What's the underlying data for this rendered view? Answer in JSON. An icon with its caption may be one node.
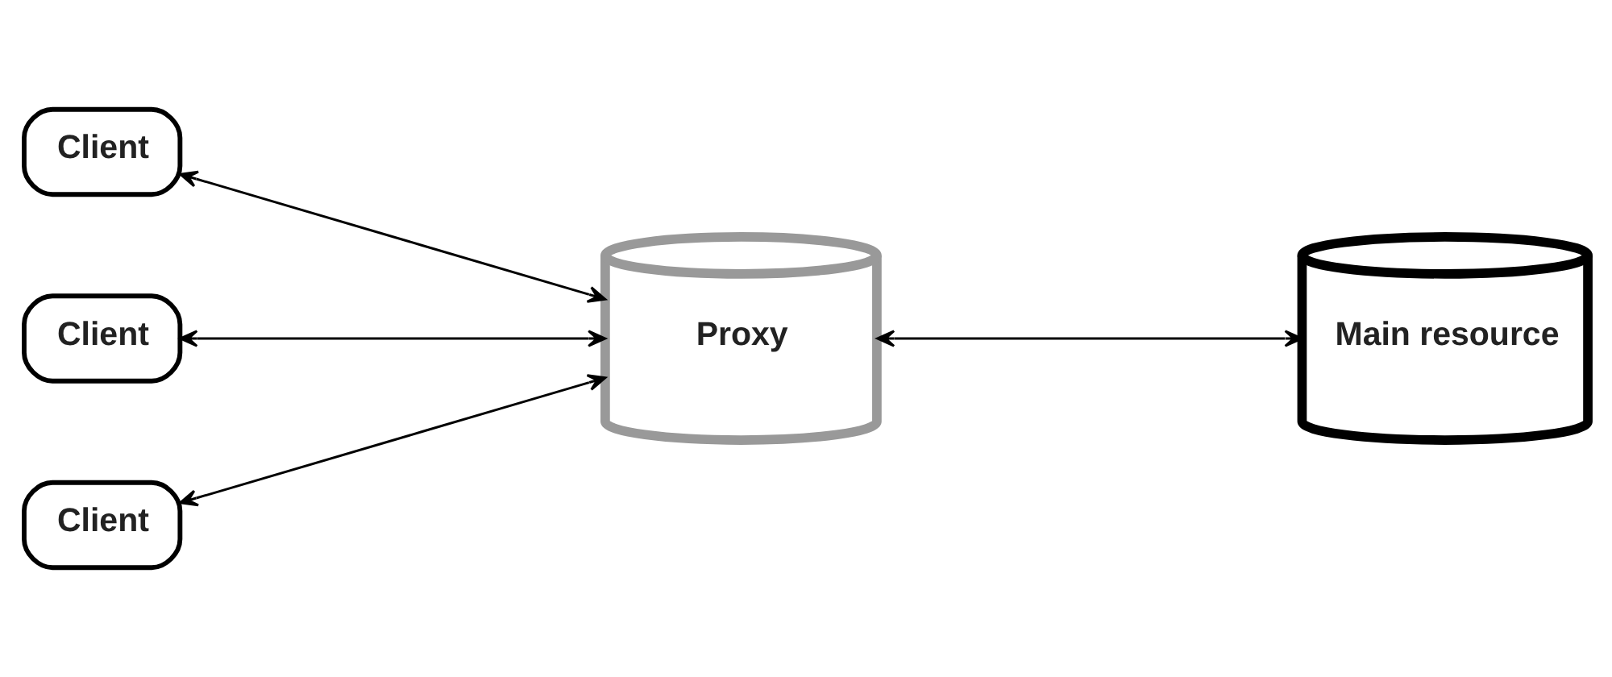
{
  "diagram": {
    "nodes": [
      {
        "text": [
          "Client"
        ]
      },
      {
        "text": [
          "Client"
        ]
      },
      {
        "text": [
          "Client"
        ]
      },
      {
        "text": [
          "Proxy"
        ]
      },
      {
        "text": [
          "Main resource"
        ]
      }
    ],
    "edges": [
      {
        "from": 0,
        "to": 3,
        "arrow": "both"
      },
      {
        "from": 1,
        "to": 3,
        "arrow": "both"
      },
      {
        "from": 2,
        "to": 3,
        "arrow": "both"
      },
      {
        "from": 3,
        "to": 4,
        "arrow": "both"
      }
    ]
  }
}
